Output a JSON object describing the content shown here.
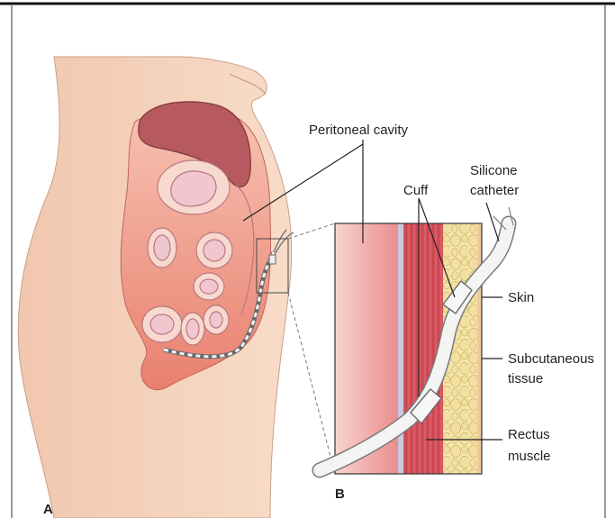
{
  "labels": {
    "peritoneal_cavity": "Peritoneal cavity",
    "cuff": "Cuff",
    "silicone_catheter_line1": "Silicone",
    "silicone_catheter_line2": "catheter",
    "skin": "Skin",
    "subcutaneous_line1": "Subcutaneous",
    "subcutaneous_line2": "tissue",
    "rectus_line1": "Rectus",
    "rectus_line2": "muscle",
    "panel_a": "A",
    "panel_b": "B"
  },
  "colors": {
    "body_skin": "#f6d3bc",
    "peritoneum": "#ef9a8c",
    "liver": "#b65a5f",
    "bowel_outer": "#f8d9cf",
    "bowel_inner": "#f0c6cf",
    "muscle": "#d8535b",
    "fat": "#f4e3a3",
    "catheter": "#f2f2f0"
  }
}
